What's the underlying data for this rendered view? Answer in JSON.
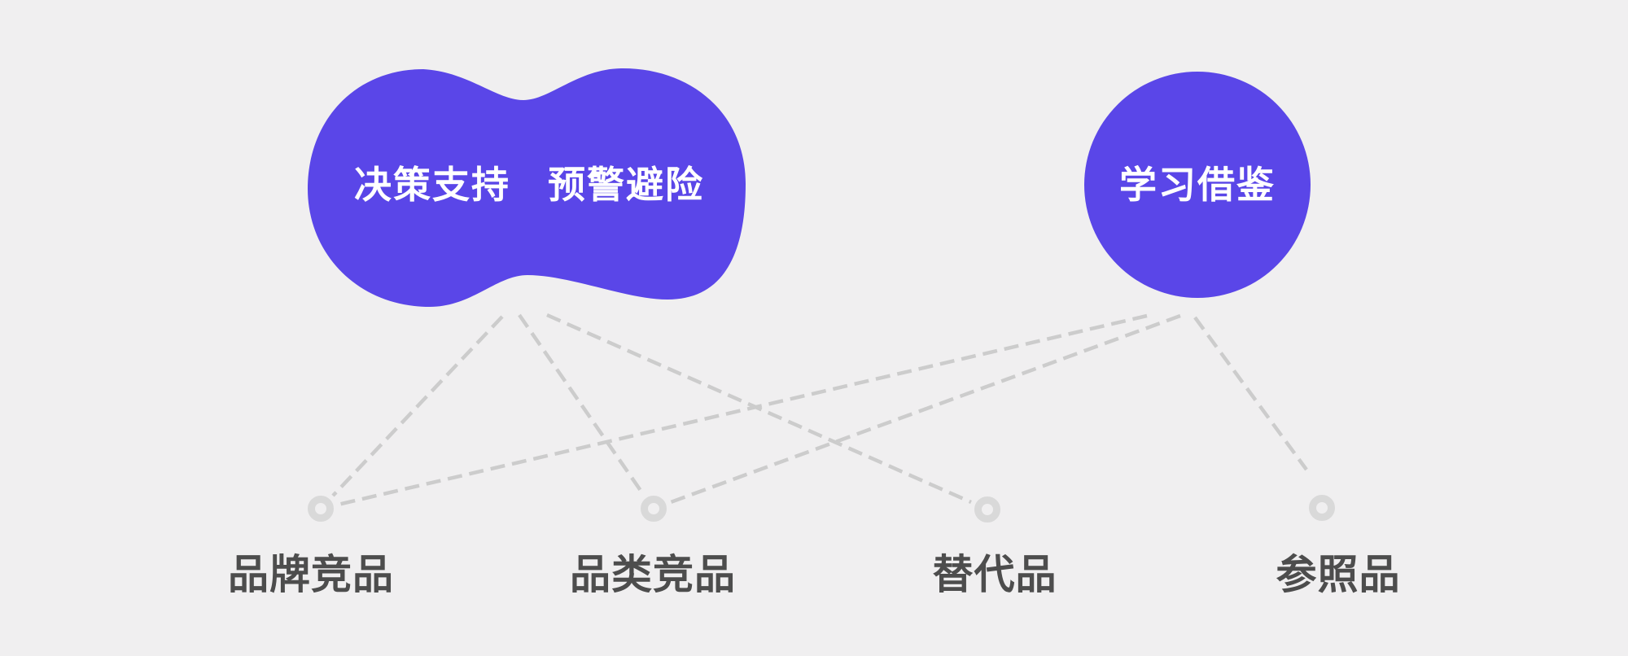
{
  "page": {
    "description": "Competitor types diagram: two purple purpose bubbles connected by dashed lines to four competitor-category nodes"
  },
  "colors": {
    "bg": "#f0eff0",
    "accent": "#5a46e8",
    "text-on-accent": "#ffffff",
    "edge": "#cccccc",
    "marker": "#d9d9d9",
    "label": "#4d4d4d"
  },
  "bubbles": {
    "decision": {
      "phrase_left": "决策支持",
      "phrase_right": "预警避险"
    },
    "learning": {
      "label": "学习借鉴"
    }
  },
  "nodes": [
    {
      "id": "brand-competitors",
      "label": "品牌竞品"
    },
    {
      "id": "category-competitors",
      "label": "品类竞品"
    },
    {
      "id": "substitutes",
      "label": "替代品"
    },
    {
      "id": "references",
      "label": "参照品"
    }
  ],
  "edges": [
    {
      "from": "decision-warning-bubble",
      "to": "brand-competitors"
    },
    {
      "from": "decision-warning-bubble",
      "to": "category-competitors"
    },
    {
      "from": "decision-warning-bubble",
      "to": "substitutes"
    },
    {
      "from": "learning-bubble",
      "to": "brand-competitors"
    },
    {
      "from": "learning-bubble",
      "to": "category-competitors"
    },
    {
      "from": "learning-bubble",
      "to": "references"
    }
  ]
}
